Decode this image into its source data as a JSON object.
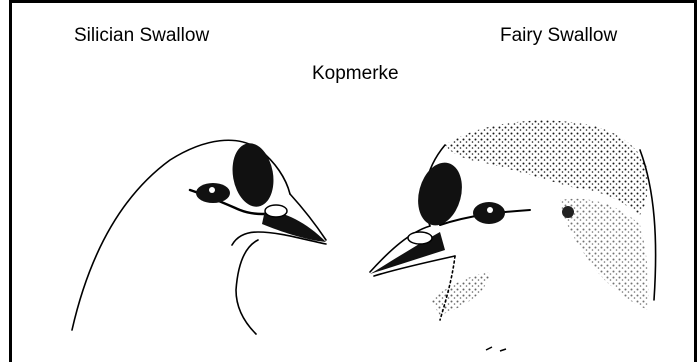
{
  "labels": {
    "left_bird": "Silician Swallow",
    "right_bird": "Fairy Swallow",
    "center": "Kopmerke"
  },
  "colors": {
    "ink": "#000000",
    "paper": "#ffffff"
  }
}
